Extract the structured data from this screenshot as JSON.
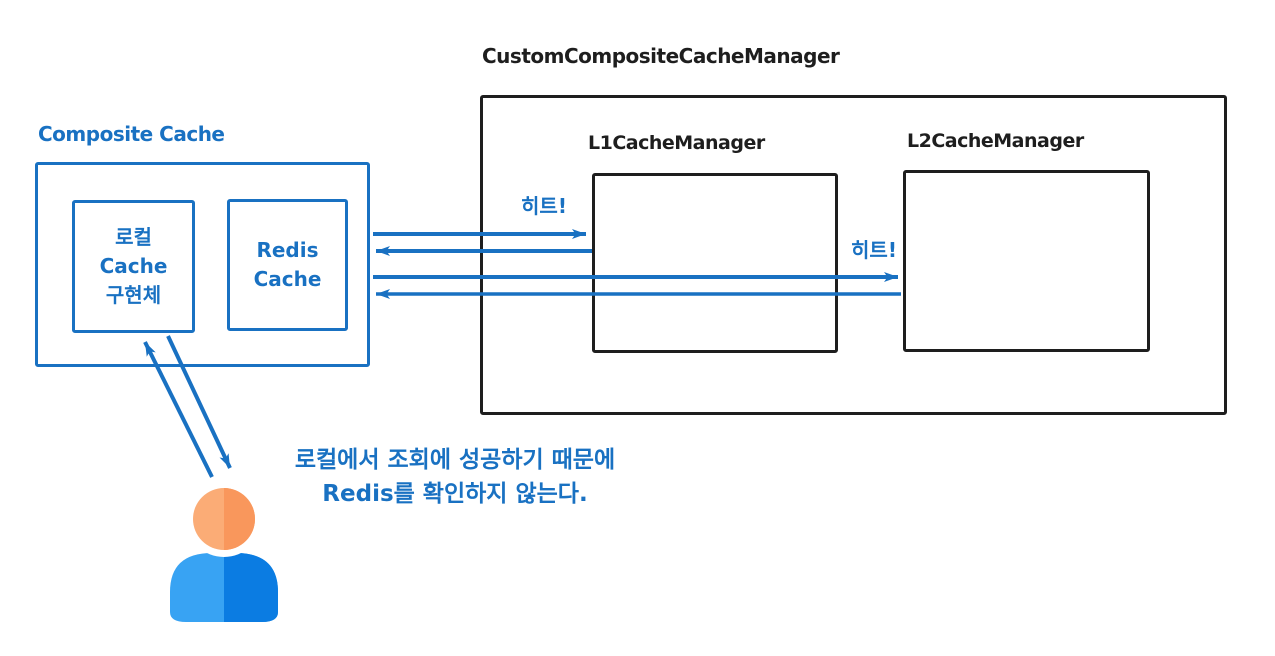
{
  "diagram": {
    "title": "CustomCompositeCacheManager",
    "composite_cache": {
      "label": "Composite Cache",
      "local_cache_box": {
        "line1": "로컬",
        "line2": "Cache",
        "line3": "구현체"
      },
      "redis_cache_box": {
        "line1": "Redis",
        "line2": "Cache"
      }
    },
    "manager_box": {
      "l1_label": "L1CacheManager",
      "l2_label": "L2CacheManager"
    },
    "arrows": {
      "l1_hit_label": "히트!",
      "l2_hit_label": "히트!"
    },
    "annotation": {
      "line1": "로컬에서 조회에 성공하기 때문에",
      "line2": "Redis를 확인하지 않는다."
    },
    "colors": {
      "blue": "#1971c2",
      "black": "#1e1e1e",
      "head_light": "#fbac76",
      "head_dark": "#f9975c",
      "body_light": "#38a3f3",
      "body_dark": "#0b7ce2",
      "background": "#ffffff"
    }
  }
}
